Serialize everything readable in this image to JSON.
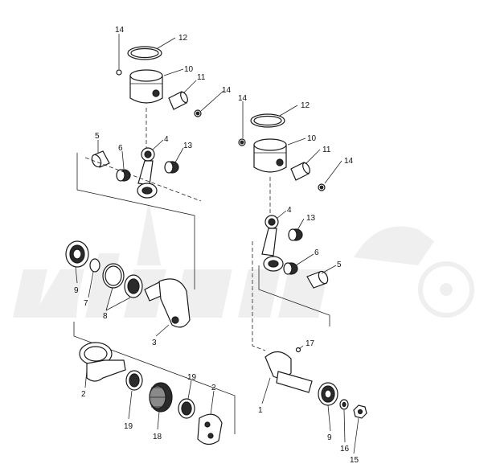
{
  "watermark": {
    "color": "#e2e2e2"
  },
  "callouts": [
    {
      "id": "l-14-a",
      "text": "14"
    },
    {
      "id": "l-12-a",
      "text": "12"
    },
    {
      "id": "l-10-a",
      "text": "10"
    },
    {
      "id": "l-11-a",
      "text": "11"
    },
    {
      "id": "l-14-b",
      "text": "14"
    },
    {
      "id": "l-5-a",
      "text": "5"
    },
    {
      "id": "l-6-a",
      "text": "6"
    },
    {
      "id": "l-4-a",
      "text": "4"
    },
    {
      "id": "l-13-a",
      "text": "13"
    },
    {
      "id": "l-14-c",
      "text": "14"
    },
    {
      "id": "l-12-b",
      "text": "12"
    },
    {
      "id": "l-10-b",
      "text": "10"
    },
    {
      "id": "l-11-b",
      "text": "11"
    },
    {
      "id": "l-14-d",
      "text": "14"
    },
    {
      "id": "l-4-b",
      "text": "4"
    },
    {
      "id": "l-13-b",
      "text": "13"
    },
    {
      "id": "l-6-b",
      "text": "6"
    },
    {
      "id": "l-5-b",
      "text": "5"
    },
    {
      "id": "l-9-a",
      "text": "9"
    },
    {
      "id": "l-7",
      "text": "7"
    },
    {
      "id": "l-8",
      "text": "8"
    },
    {
      "id": "l-3",
      "text": "3"
    },
    {
      "id": "l-2-a",
      "text": "2"
    },
    {
      "id": "l-19-a",
      "text": "19"
    },
    {
      "id": "l-19-b",
      "text": "19"
    },
    {
      "id": "l-2-b",
      "text": "2"
    },
    {
      "id": "l-18",
      "text": "18"
    },
    {
      "id": "l-17",
      "text": "17"
    },
    {
      "id": "l-1",
      "text": "1"
    },
    {
      "id": "l-9-b",
      "text": "9"
    },
    {
      "id": "l-16",
      "text": "16"
    },
    {
      "id": "l-15",
      "text": "15"
    }
  ]
}
